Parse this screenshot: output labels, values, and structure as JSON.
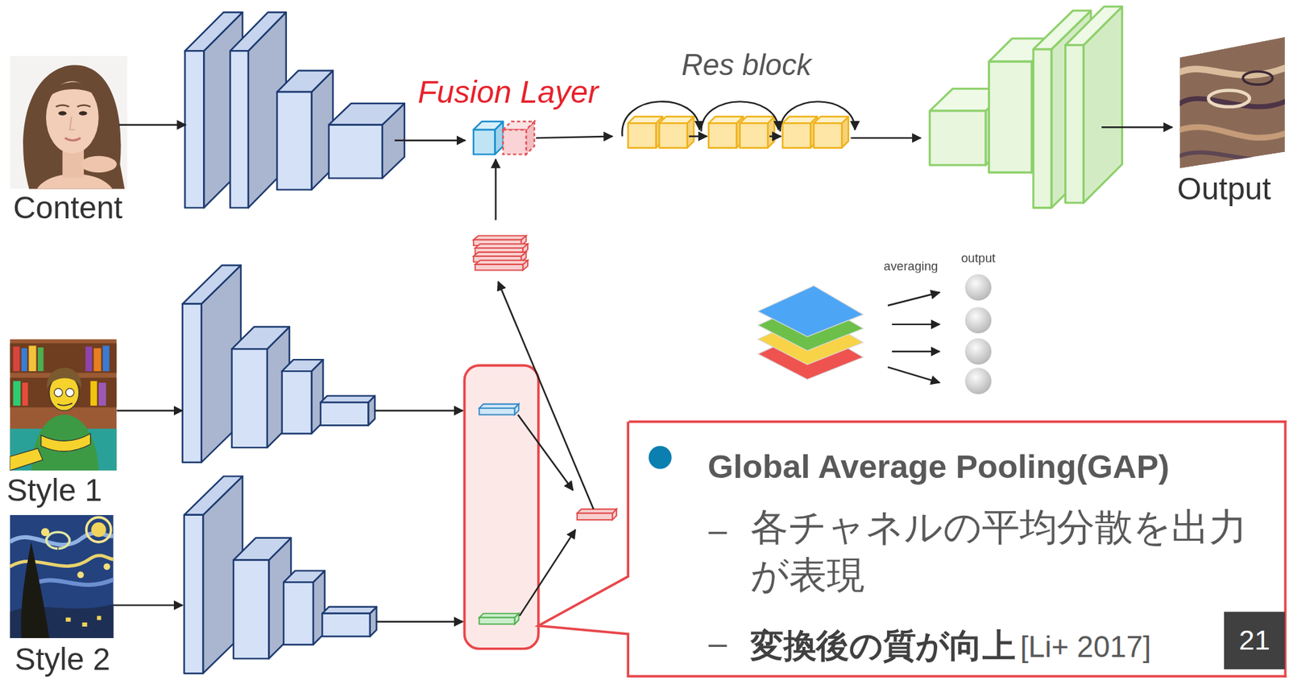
{
  "diagram": {
    "nodes": [
      {
        "text": [
          "Global Average Pooling(GAP)",
          "各チャネルの平均分散を出力が表現",
          "変換後の質が向上",
          "[Li+ 2017]"
        ]
      },
      {
        "text": [
          "21"
        ],
        "in": 0
      }
    ],
    "labels": [
      "Fusion Layer",
      "Res block",
      "Content",
      "Output",
      "averaging",
      "output",
      "Style 1",
      "Style 2",
      "–",
      "–"
    ]
  }
}
